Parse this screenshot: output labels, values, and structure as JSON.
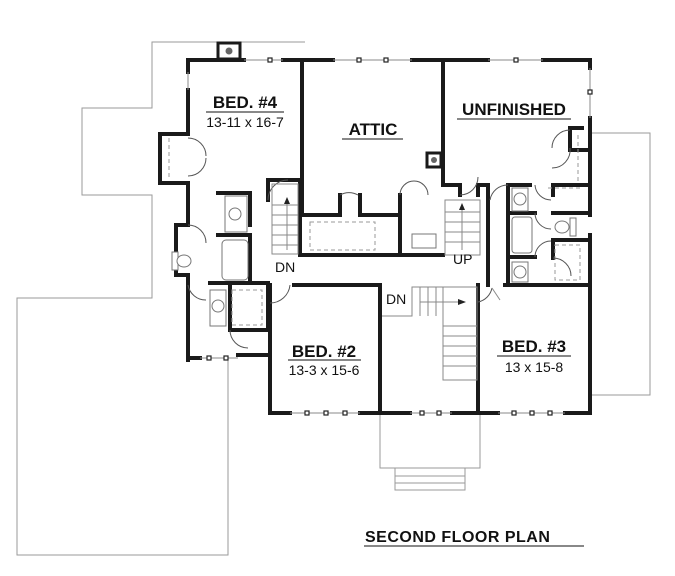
{
  "plan": {
    "title": "SECOND FLOOR PLAN"
  },
  "rooms": [
    {
      "id": "bed4",
      "name": "BED. #4",
      "dimensions": "13-11 x 16-7"
    },
    {
      "id": "attic",
      "name": "ATTIC",
      "dimensions": ""
    },
    {
      "id": "unfinished",
      "name": "UNFINISHED",
      "dimensions": ""
    },
    {
      "id": "bed2",
      "name": "BED. #2",
      "dimensions": "13-3 x 15-6"
    },
    {
      "id": "bed3",
      "name": "BED. #3",
      "dimensions": "13 x 15-8"
    }
  ],
  "stairs": [
    {
      "id": "left-stair",
      "label": "DN"
    },
    {
      "id": "attic-stair",
      "label": "UP"
    },
    {
      "id": "main-stair",
      "label": "DN"
    }
  ],
  "colors": {
    "wall": "#1a1a1a",
    "outline": "#9a9a9a",
    "background": "#ffffff"
  }
}
